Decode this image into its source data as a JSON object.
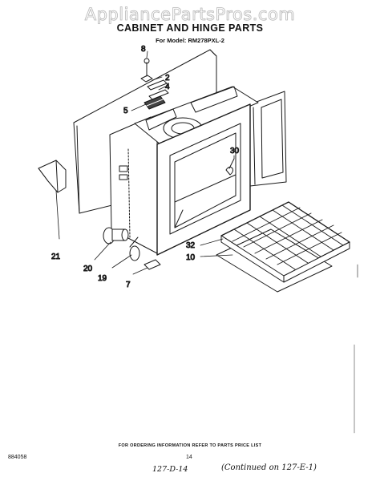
{
  "watermark": "AppliancePartsPros.com",
  "header": {
    "title": "CABINET AND HINGE PARTS",
    "model": "For Model: RM278PXL-2"
  },
  "callouts": {
    "c8": "8",
    "c2": "2",
    "c4": "4",
    "c5": "5",
    "c30": "30",
    "c21": "21",
    "c20": "20",
    "c19": "19",
    "c7": "7",
    "c32": "32",
    "c10": "10"
  },
  "footer": {
    "ordering_note": "FOR ORDERING INFORMATION REFER TO PARTS PRICE LIST",
    "code": "884058",
    "page_number": "14",
    "handwritten_ref": "127-D-14",
    "handwritten_continued": "(Continued on 127-E-1)"
  }
}
